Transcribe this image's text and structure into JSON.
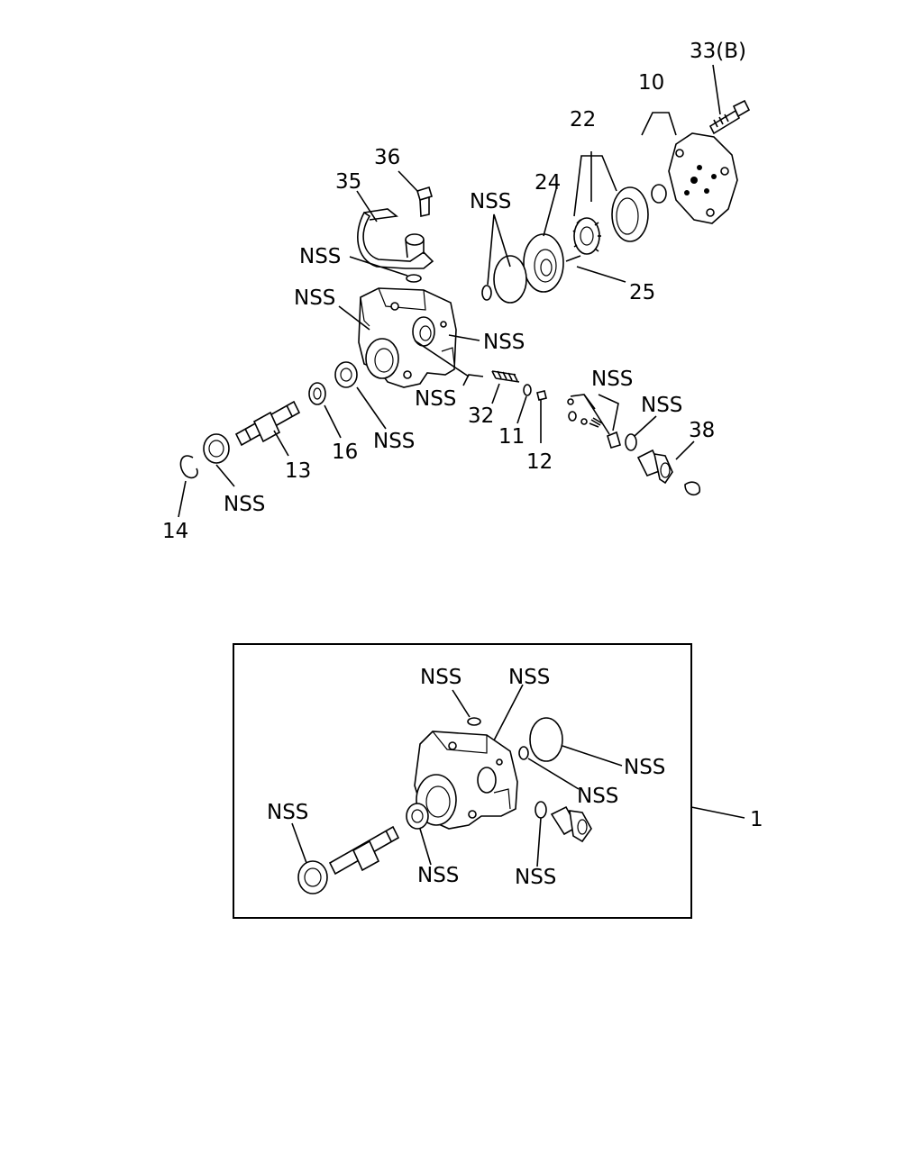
{
  "upper_callouts": {
    "c33b": "33(B)",
    "c10": "10",
    "c22": "22",
    "c24": "24",
    "c36": "36",
    "c35": "35",
    "nss_orings": "NSS",
    "nss_pipe_oring": "NSS",
    "nss_body_left": "NSS",
    "nss_body_right": "NSS",
    "c25": "25",
    "nss_valve_group": "NSS",
    "nss_valve_oring": "NSS",
    "c38": "38",
    "nss_body_bottom": "NSS",
    "c32": "32",
    "c11": "11",
    "c12": "12",
    "nss_seal": "NSS",
    "c16": "16",
    "c13": "13",
    "nss_bearing": "NSS",
    "c14": "14"
  },
  "assembly_box": {
    "nss_top_oring": "NSS",
    "nss_housing": "NSS",
    "nss_large_oring": "NSS",
    "nss_small_oring": "NSS",
    "nss_bearing": "NSS",
    "nss_seal": "NSS",
    "nss_valve_oring": "NSS",
    "c1": "1"
  }
}
